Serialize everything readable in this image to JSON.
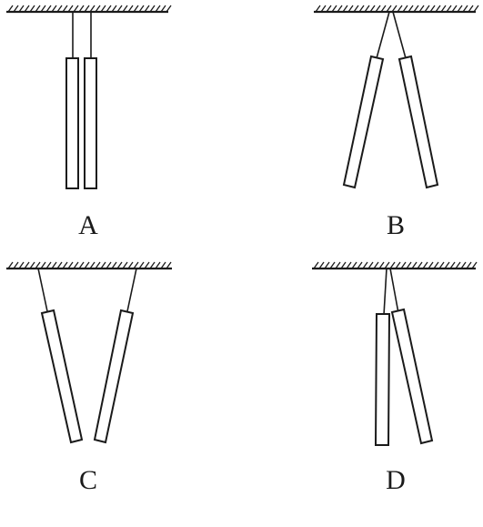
{
  "options": [
    {
      "id": "A",
      "label": "A"
    },
    {
      "id": "B",
      "label": "B"
    },
    {
      "id": "C",
      "label": "C"
    },
    {
      "id": "D",
      "label": "D"
    }
  ]
}
